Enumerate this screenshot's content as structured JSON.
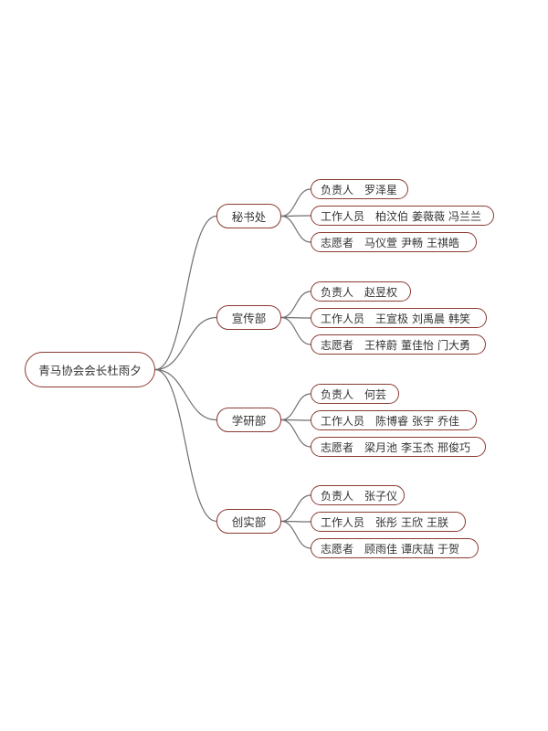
{
  "colors": {
    "node_border": "#8b3a32",
    "connector": "#6f6f6f"
  },
  "root": "青马协会会长杜雨夕",
  "departments": [
    {
      "name": "秘书处",
      "items": [
        {
          "label": "负责人",
          "names": [
            "罗泽星"
          ]
        },
        {
          "label": "工作人员",
          "names": [
            "柏汶伯",
            "姜薇薇",
            "冯兰兰"
          ]
        },
        {
          "label": "志愿者",
          "names": [
            "马仪萱",
            "尹畅",
            "王祺皓"
          ]
        }
      ]
    },
    {
      "name": "宣传部",
      "items": [
        {
          "label": "负责人",
          "names": [
            "赵昱权"
          ]
        },
        {
          "label": "工作人员",
          "names": [
            "王宣极",
            "刘禹晨",
            "韩笑"
          ]
        },
        {
          "label": "志愿者",
          "names": [
            "王梓蔚",
            "董佳怡",
            "门大勇"
          ]
        }
      ]
    },
    {
      "name": "学研部",
      "items": [
        {
          "label": "负责人",
          "names": [
            "何芸"
          ]
        },
        {
          "label": "工作人员",
          "names": [
            "陈博睿",
            "张宇",
            "乔佳"
          ]
        },
        {
          "label": "志愿者",
          "names": [
            "梁月池",
            "李玉杰",
            "邢俊巧"
          ]
        }
      ]
    },
    {
      "name": "创实部",
      "items": [
        {
          "label": "负责人",
          "names": [
            "张子仪"
          ]
        },
        {
          "label": "工作人员",
          "names": [
            "张彤",
            "王欣",
            "王朕"
          ]
        },
        {
          "label": "志愿者",
          "names": [
            "顾雨佳",
            "谭庆喆",
            "于贺"
          ]
        }
      ]
    }
  ]
}
